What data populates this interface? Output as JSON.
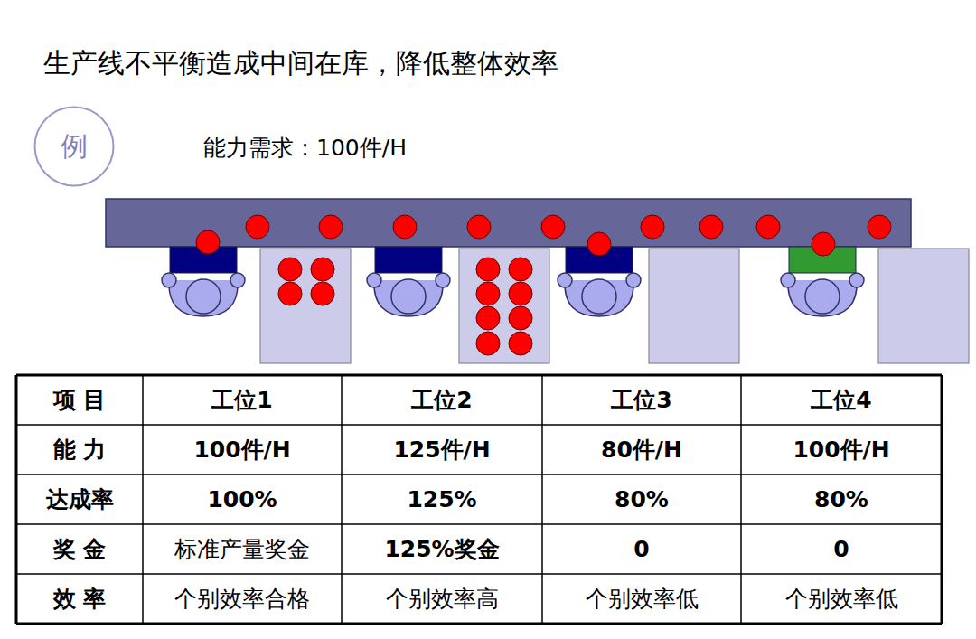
{
  "diagram": {
    "title": "生产线不平衡造成中间在库，降低整体效率",
    "nodes": [
      {
        "text": [
          "例"
        ]
      }
    ],
    "labels": [
      "能力需求：100件/H",
      "项 目",
      "工位1",
      "工位2",
      "工位3",
      "工位4",
      "能 力",
      "100件/H",
      "125件/H",
      "80件/H",
      "100件/H",
      "达成率",
      "100%",
      "125%",
      "80%",
      "80%",
      "奖 金",
      "标准产量奖金",
      "125%奖金",
      "0",
      "0",
      "效 率",
      "个别效率合格",
      "个别效率高",
      "个别效率低",
      "个别效率低"
    ]
  }
}
